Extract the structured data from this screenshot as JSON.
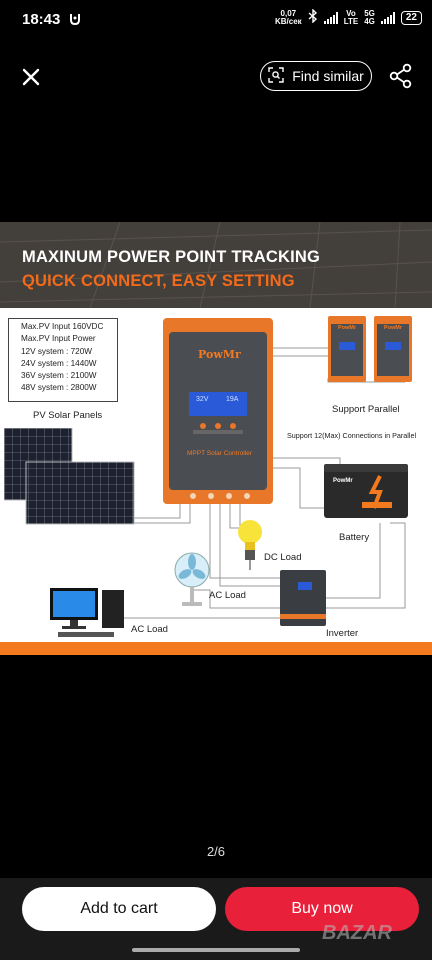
{
  "status_bar": {
    "time": "18:43",
    "net_speed_value": "0,07",
    "net_speed_unit": "KB/сек",
    "vo_label_top": "Vo",
    "vo_label_bottom": "LTE",
    "net_5g_top": "5G",
    "net_5g_bottom": "4G",
    "battery": "22"
  },
  "toolbar": {
    "find_similar_label": "Find similar"
  },
  "product_image": {
    "banner_title": "MAXINUM POWER POINT TRACKING",
    "banner_subtitle": "QUICK CONNECT, EASY SETTING",
    "specs": [
      "Max.PV Input 160VDC",
      "Max.PV Input Power",
      "12V system :  720W",
      "24V system :  1440W",
      "36V system :  2100W",
      "48V system :  2800W"
    ],
    "labels": {
      "pv_panels": "PV Solar Panels",
      "support_parallel": "Support Parallel",
      "support_connections": "Support 12(Max) Connections in Parallel",
      "battery": "Battery",
      "dc_load": "DC Load",
      "ac_load_fan": "AC Load",
      "ac_load_pc": "AC Load",
      "inverter": "Inverter",
      "controller_brand": "PowMr",
      "controller_model": "MPPT Solar Controller",
      "lcd_voltage": "32V",
      "lcd_current": "19A",
      "battery_brand": "PowMr",
      "parallel_brand_1": "PowMr",
      "parallel_brand_2": "PowMr"
    }
  },
  "gallery": {
    "counter": "2/6"
  },
  "actions": {
    "add_to_cart": "Add to cart",
    "buy_now": "Buy now"
  },
  "watermark": "BAZAR",
  "colors": {
    "accent_orange": "#f26a1b",
    "buy_red": "#e8203a",
    "background": "#000000"
  }
}
